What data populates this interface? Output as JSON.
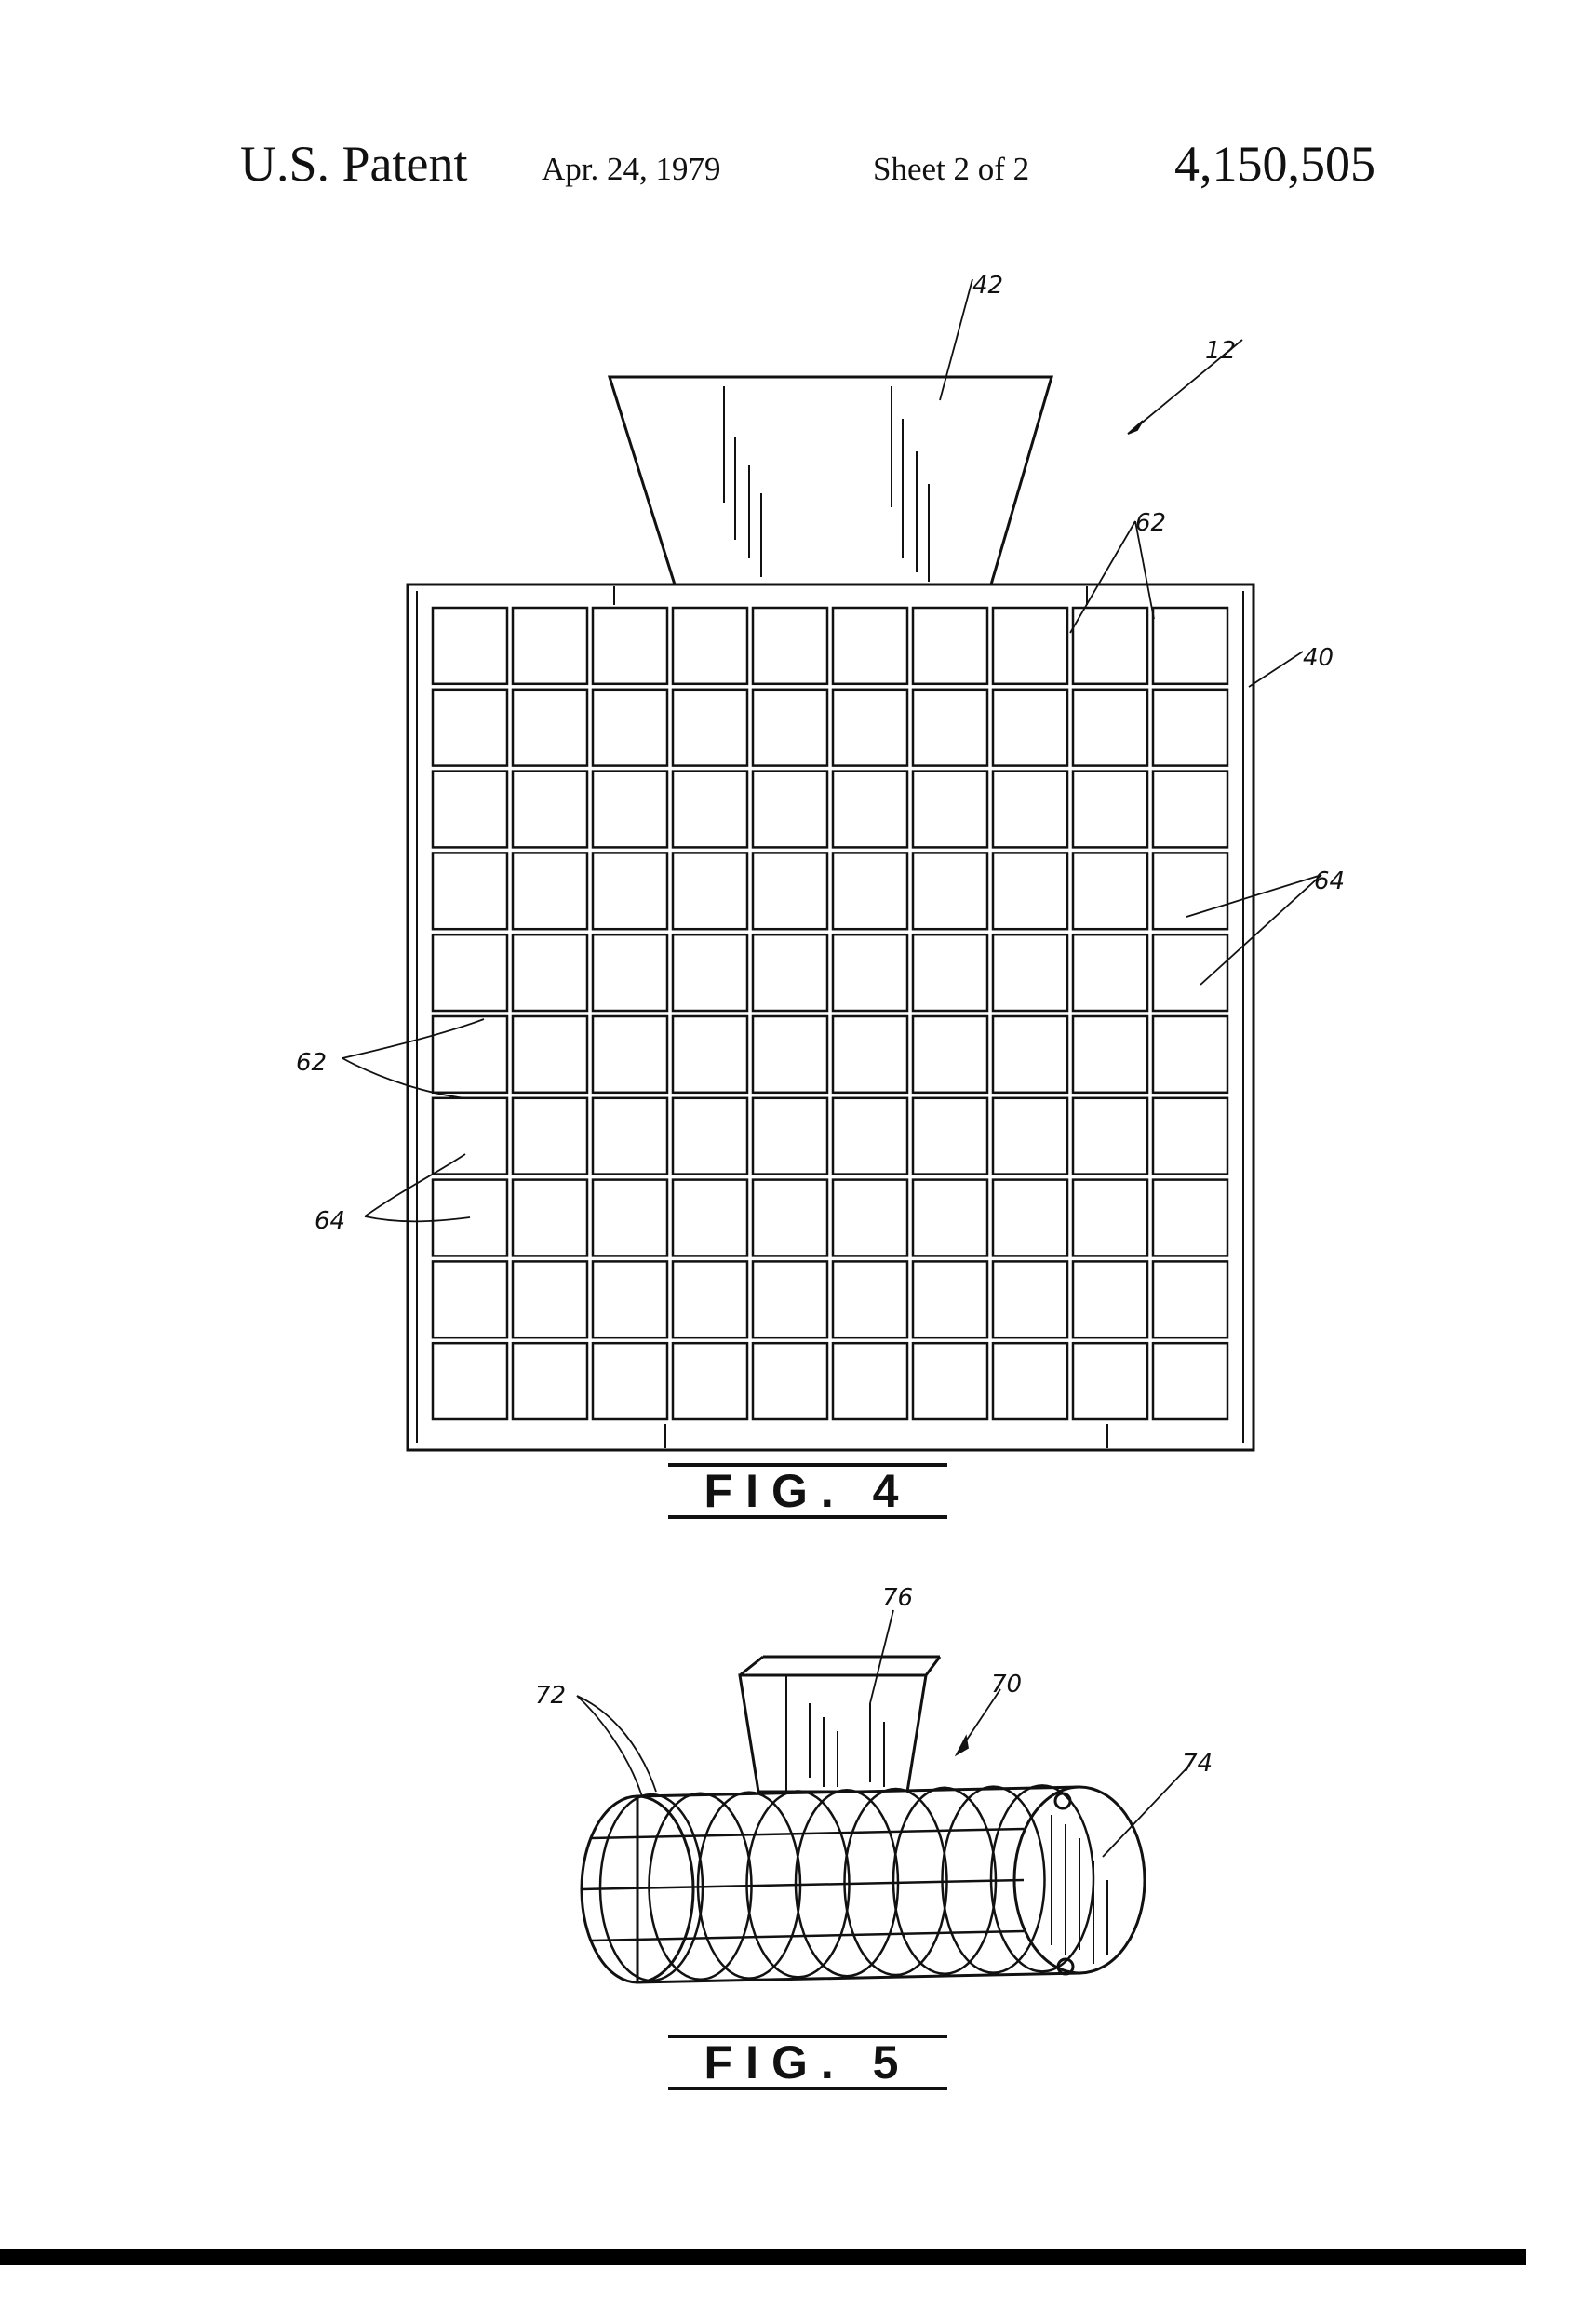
{
  "header": {
    "left": "U.S. Patent",
    "date": "Apr. 24, 1979",
    "sheet": "Sheet 2 of 2",
    "number": "4,150,505"
  },
  "fig4": {
    "caption": "FIG. 4",
    "grid_rows": 10,
    "grid_cols": 10,
    "refs": {
      "hopper": "42",
      "assembly": "12",
      "bars_top": "62",
      "frame": "40",
      "openings_right": "64",
      "bars_left": "62",
      "openings_left": "64"
    }
  },
  "fig5": {
    "caption": "FIG. 5",
    "refs": {
      "hopper": "76",
      "assembly": "70",
      "bars": "72",
      "end_cap": "74"
    }
  }
}
